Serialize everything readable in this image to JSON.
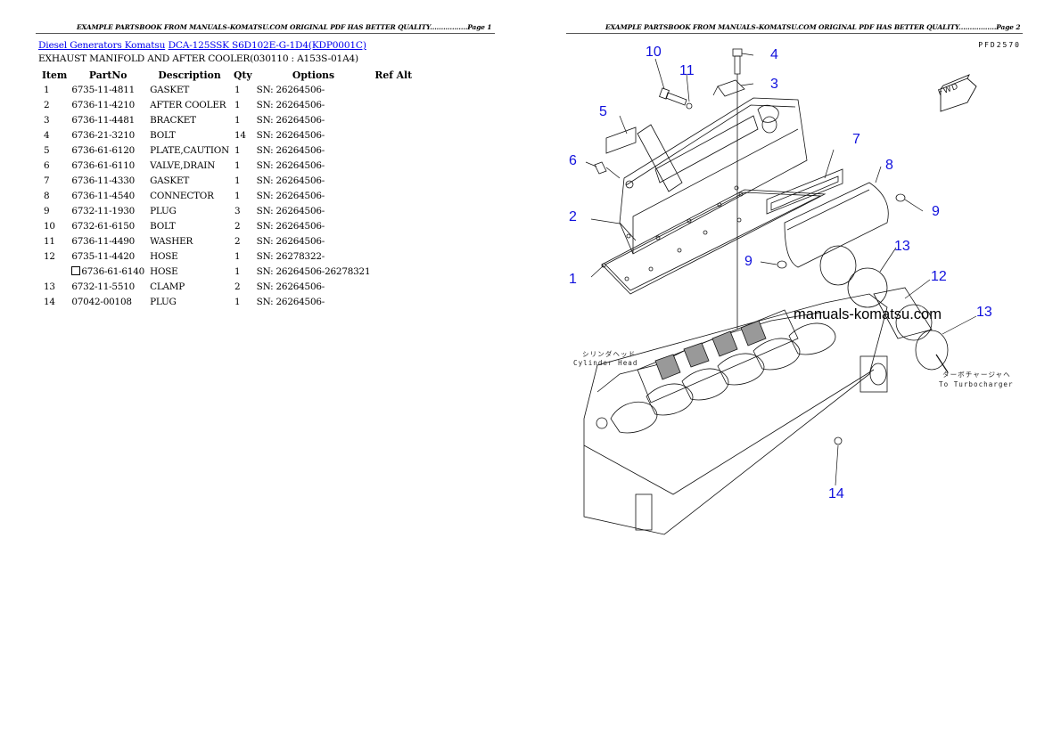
{
  "page1": {
    "banner": "EXAMPLE PARTSBOOK FROM MANUALS-KOMATSU.COM ORIGINAL PDF HAS BETTER QUALITY.................Page 1",
    "breadcrumb": {
      "link1": "Diesel Generators Komatsu",
      "link2": "DCA-125SSK S6D102E-G-1D4(KDP0001C)"
    },
    "subtitle": "EXHAUST MANIFOLD AND AFTER COOLER(030110 : A153S-01A4)",
    "table": {
      "headers": [
        "Item",
        "PartNo",
        "Description",
        "Qty",
        "Options",
        "Ref Alt"
      ],
      "rows": [
        {
          "item": "1",
          "partno": "6735-11-4811",
          "desc": "GASKET",
          "qty": "1",
          "options": "SN: 26264506-",
          "refalt": ""
        },
        {
          "item": "2",
          "partno": "6736-11-4210",
          "desc": "AFTER COOLER",
          "qty": "1",
          "options": "SN: 26264506-",
          "refalt": ""
        },
        {
          "item": "3",
          "partno": "6736-11-4481",
          "desc": "BRACKET",
          "qty": "1",
          "options": "SN: 26264506-",
          "refalt": ""
        },
        {
          "item": "4",
          "partno": "6736-21-3210",
          "desc": "BOLT",
          "qty": "14",
          "options": "SN: 26264506-",
          "refalt": ""
        },
        {
          "item": "5",
          "partno": "6736-61-6120",
          "desc": "PLATE,CAUTION",
          "qty": "1",
          "options": "SN: 26264506-",
          "refalt": ""
        },
        {
          "item": "6",
          "partno": "6736-61-6110",
          "desc": "VALVE,DRAIN",
          "qty": "1",
          "options": "SN: 26264506-",
          "refalt": ""
        },
        {
          "item": "7",
          "partno": "6736-11-4330",
          "desc": "GASKET",
          "qty": "1",
          "options": "SN: 26264506-",
          "refalt": ""
        },
        {
          "item": "8",
          "partno": "6736-11-4540",
          "desc": "CONNECTOR",
          "qty": "1",
          "options": "SN: 26264506-",
          "refalt": ""
        },
        {
          "item": "9",
          "partno": "6732-11-1930",
          "desc": "PLUG",
          "qty": "3",
          "options": "SN: 26264506-",
          "refalt": ""
        },
        {
          "item": "10",
          "partno": "6732-61-6150",
          "desc": "BOLT",
          "qty": "2",
          "options": "SN: 26264506-",
          "refalt": ""
        },
        {
          "item": "11",
          "partno": "6736-11-4490",
          "desc": "WASHER",
          "qty": "2",
          "options": "SN: 26264506-",
          "refalt": ""
        },
        {
          "item": "12",
          "partno": "6735-11-4420",
          "desc": "HOSE",
          "qty": "1",
          "options": "SN: 26278322-",
          "refalt": ""
        },
        {
          "item": "",
          "partno": "6736-61-6140",
          "desc": "HOSE",
          "qty": "1",
          "options": "SN: 26264506-26278321",
          "refalt": "",
          "alt": true
        },
        {
          "item": "13",
          "partno": "6732-11-5510",
          "desc": "CLAMP",
          "qty": "2",
          "options": "SN: 26264506-",
          "refalt": ""
        },
        {
          "item": "14",
          "partno": "07042-00108",
          "desc": "PLUG",
          "qty": "1",
          "options": "SN: 26264506-",
          "refalt": ""
        }
      ]
    }
  },
  "page2": {
    "banner": "EXAMPLE PARTSBOOK FROM MANUALS-KOMATSU.COM ORIGINAL PDF HAS BETTER QUALITY.................Page 2",
    "drawing_code": "PFD2570",
    "watermark": "manuals-komatsu.com",
    "fwd_label": "FWD",
    "cylinder_head_jp": "シリンダヘッド",
    "cylinder_head_en": "Cylinder Head",
    "turbo_jp": "ターボチャージャヘ",
    "turbo_en": "To Turbocharger",
    "callouts": {
      "c1": "1",
      "c2": "2",
      "c3": "3",
      "c4": "4",
      "c5": "5",
      "c6": "6",
      "c7": "7",
      "c8": "8",
      "c9a": "9",
      "c9b": "9",
      "c10": "10",
      "c11": "11",
      "c12": "12",
      "c13a": "13",
      "c13b": "13",
      "c14": "14"
    },
    "callout_color": "#1010dd"
  }
}
